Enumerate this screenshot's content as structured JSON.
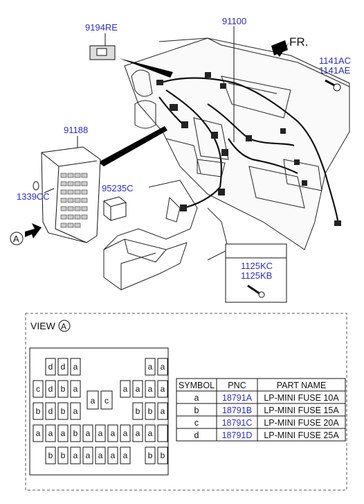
{
  "callouts": {
    "relay_top": "9194RE",
    "harness": "91100",
    "front": "FR.",
    "bolt_a": "1141AC",
    "bolt_b": "1141AE",
    "junction_box": "91188",
    "clip": "1339CC",
    "relay_side": "95235C",
    "view_marker": "A",
    "screw_a": "1125KC",
    "screw_b": "1125KB"
  },
  "view": {
    "label": "VIEW",
    "letter": "A",
    "grid": [
      [
        "",
        "d",
        "d",
        "a",
        "",
        "",
        "",
        "",
        "",
        "a",
        "a"
      ],
      [
        "c",
        "d",
        "b",
        "a",
        "",
        "",
        "",
        "a",
        "a",
        "a",
        "a"
      ],
      [
        "b",
        "d",
        "b",
        "a",
        "",
        "",
        "",
        "",
        "b",
        "b",
        "a"
      ],
      [
        "a",
        "a",
        "a",
        "b",
        "a",
        "a",
        "a",
        "a",
        "a",
        "a",
        ""
      ],
      [
        "",
        "b",
        "b",
        "a",
        "a",
        "a",
        "a",
        "a",
        "",
        "b",
        "b"
      ]
    ],
    "mid_fuses": [
      "a",
      "c"
    ]
  },
  "table": {
    "headers": [
      "SYMBOL",
      "PNC",
      "PART NAME"
    ],
    "rows": [
      {
        "symbol": "a",
        "pnc": "18791A",
        "name": "LP-MINI FUSE 10A"
      },
      {
        "symbol": "b",
        "pnc": "18791B",
        "name": "LP-MINI FUSE 15A"
      },
      {
        "symbol": "c",
        "pnc": "18791C",
        "name": "LP-MINI FUSE 20A"
      },
      {
        "symbol": "d",
        "pnc": "18791D",
        "name": "LP-MINI FUSE 25A"
      }
    ]
  },
  "colors": {
    "pnc_blue": "#2b2bd6",
    "line": "#111111"
  }
}
